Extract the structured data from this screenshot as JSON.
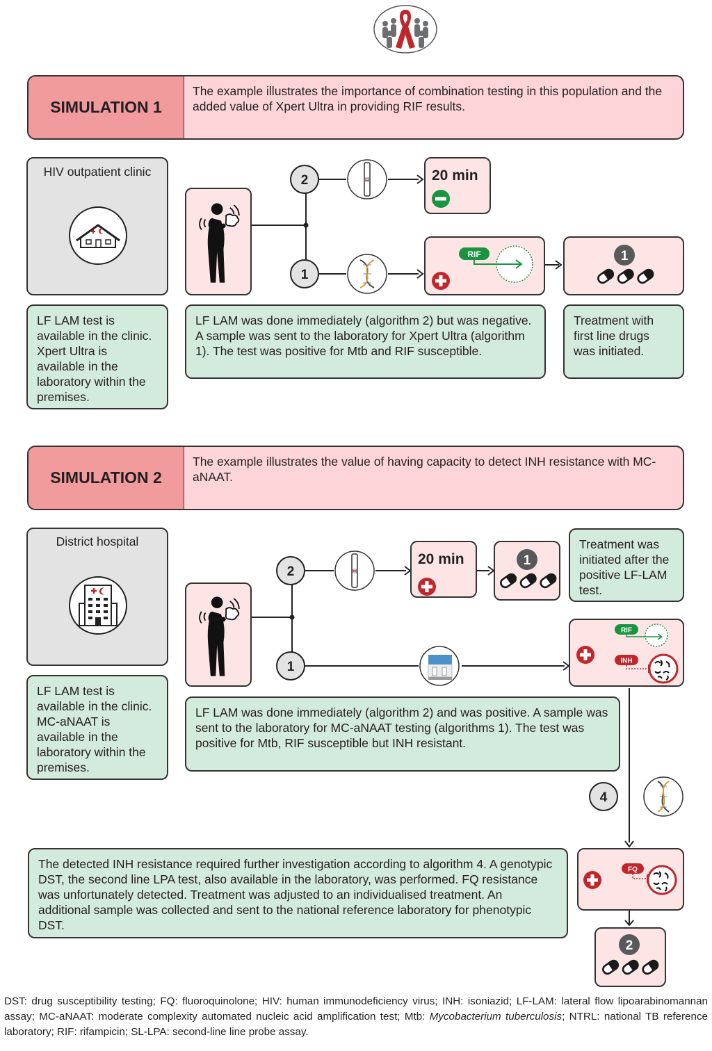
{
  "simulation1": {
    "label": "SIMULATION 1",
    "description": "The example illustrates the importance of combination testing in this population and the added value of Xpert Ultra in providing RIF results.",
    "place": "HIV outpatient clinic",
    "setting_note": "LF LAM test is available in the clinic. Xpert Ultra is available in the laboratory within the premises.",
    "process_note": "LF LAM was done immediately (algorithm 2) but was negative. A sample was sent to the laboratory for Xpert Ultra (algorithm 1). The test was positive for Mtb and RIF susceptible.",
    "treatment_note": "Treatment with first line drugs was initiated.",
    "branch_upper": "2",
    "branch_lower": "1",
    "time_label": "20 min",
    "rif_tag": "RIF",
    "regimen_number": "1"
  },
  "simulation2": {
    "label": "SIMULATION 2",
    "description": "The example illustrates the value of having capacity to detect INH resistance with MC-aNAAT.",
    "place": "District hospital",
    "setting_note": "LF LAM test is available in the clinic. MC-aNAAT is available in the laboratory within the premises.",
    "process_note": "LF LAM was done immediately (algorithm 2) and was positive. A sample was sent to the laboratory for MC-aNAAT testing (algorithms 1). The test was positive for Mtb, RIF susceptible but INH resistant.",
    "treatment_note": "Treatment was initiated after the positive LF-LAM test.",
    "further_note": "The detected INH resistance required further investigation according to algorithm 4. A genotypic DST, the second line LPA test, also available in the laboratory, was performed. FQ resistance was unfortunately detected. Treatment was adjusted to an individualised treatment. An additional sample was collected and sent to the national reference laboratory for phenotypic DST.",
    "branch_upper": "2",
    "branch_lower": "1",
    "branch_further": "4",
    "time_label": "20 min",
    "rif_tag": "RIF",
    "inh_tag": "INH",
    "fq_tag": "FQ",
    "regimen_first": "1",
    "regimen_second": "2"
  },
  "footnote": {
    "text_before": "DST: drug susceptibility testing; FQ: fluoroquinolone; HIV: human immunodeficiency virus; INH: isoniazid; LF-LAM: lateral flow lipoarabinomannan assay; MC-aNAAT: moderate complexity automated nucleic acid amplification test; Mtb: ",
    "text_italic": "Mycobacterium tuberculosis",
    "text_after": "; NTRL: national TB reference laboratory; RIF: rifampicin; SL-LPA: second-line line probe assay."
  },
  "colors": {
    "label_pink": "#f29b9d",
    "desc_pink": "#fdd5d9",
    "green_box": "#d3ebdc",
    "grey_box": "#e3e3e4",
    "light_pink_box": "#fde5e6",
    "positive_red": "#c0272d",
    "negative_green": "#1a9441"
  }
}
